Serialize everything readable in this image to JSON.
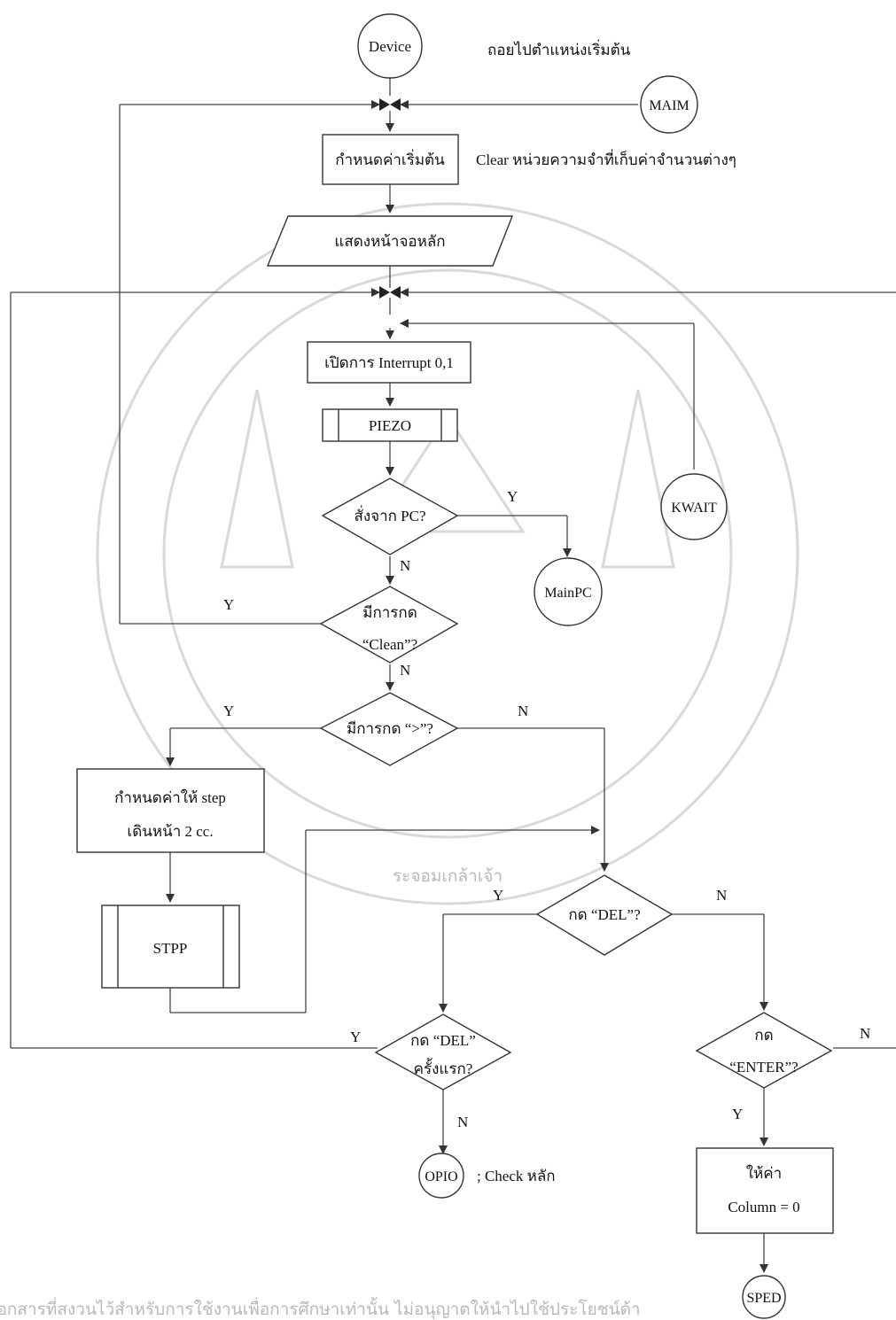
{
  "nodes": {
    "device": "Device",
    "maim": "MAIM",
    "init": "กำหนดค่าเริ่มต้น",
    "display": "แสดงหน้าจอหลัก",
    "interrupt": "เปิดการ Interrupt 0,1",
    "piezo": "PIEZO",
    "cmd_pc": "สั่งจาก PC?",
    "mainpc": "MainPC",
    "kwait": "KWAIT",
    "clean_line1": "มีการกด",
    "clean_line2": "“Clean”?",
    "gt": "มีการกด “>”?",
    "step_line1": "กำหนดค่าให้ step",
    "step_line2": "เดินหน้า 2 cc.",
    "stpp": "STPP",
    "del": "กด “DEL”?",
    "del_first_line1": "กด “DEL”",
    "del_first_line2": "ครั้งแรก?",
    "opio": "OPIO",
    "enter_line1": "กด",
    "enter_line2": "“ENTER”?",
    "setval_line1": "ให้ค่า",
    "setval_line2": "Column = 0",
    "sped": "SPED"
  },
  "annotations": {
    "start_note": "ถอยไปตำแหน่งเริ่มต้น",
    "clear_note": "Clear หน่วยความจำที่เก็บค่าจำนวนต่างๆ",
    "check_note": "; Check หลัก"
  },
  "branch_labels": {
    "y": "Y",
    "n": "N"
  },
  "watermark": {
    "footer": "เอกสารที่สงวนไว้สำหรับการใช้งานเพื่อการศึกษาเท่านั้น ไม่อนุญาตให้นำไปใช้ประโยชน์ด้า",
    "arc_text": "ระจอมเกล้าเจ้า"
  }
}
